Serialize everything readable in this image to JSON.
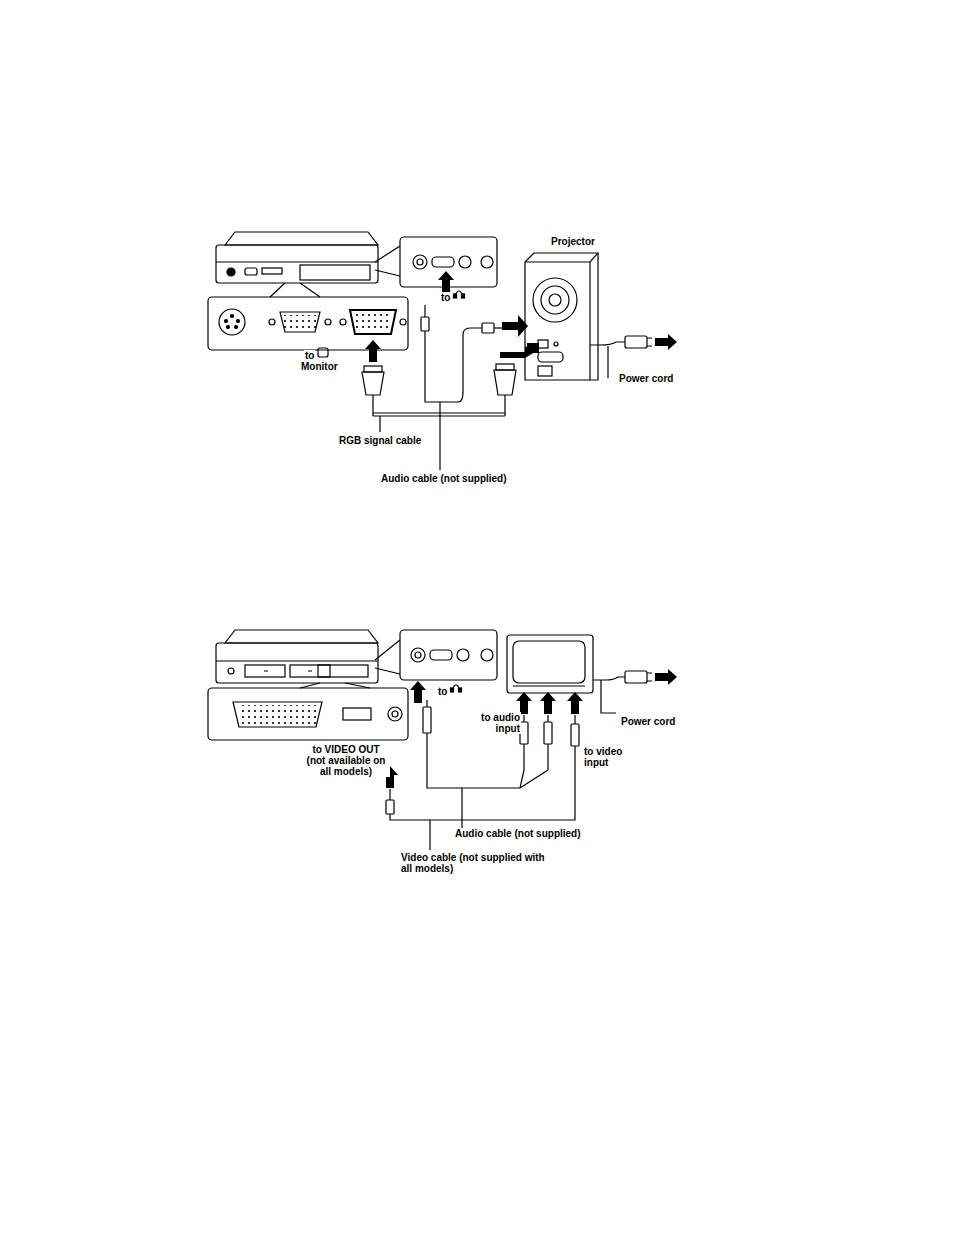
{
  "diagram": {
    "nodes": [
      {
        "text": [
          "Projector"
        ]
      }
    ],
    "labels": [
      "to",
      "to",
      "Monitor",
      "Power cord",
      "RGB signal cable",
      "Audio cable (not supplied)",
      "to",
      "to audio input",
      "to video input",
      "Power cord",
      "to VIDEO OUT (not available on all models)",
      "Audio cable (not supplied)",
      "Video cable (not supplied with all models)"
    ]
  }
}
